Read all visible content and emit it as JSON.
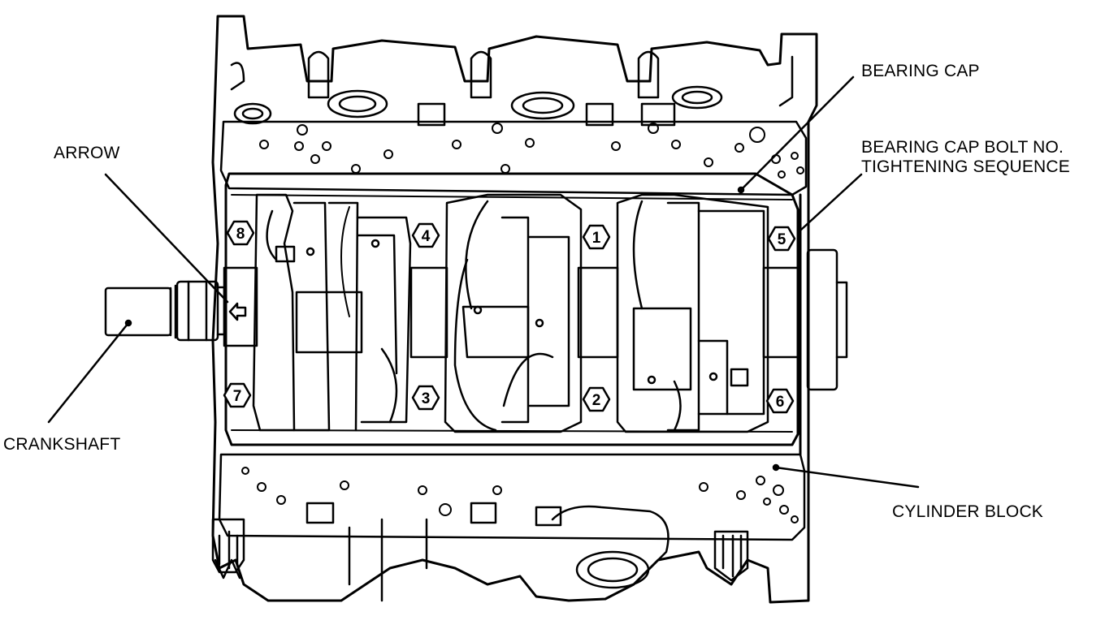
{
  "labels": {
    "bearing_cap": "BEARING CAP",
    "bolt_sequence_line1": "BEARING CAP BOLT NO.",
    "bolt_sequence_line2": "TIGHTENING SEQUENCE",
    "arrow": "ARROW",
    "crankshaft": "CRANKSHAFT",
    "cylinder_block": "CYLINDER BLOCK"
  },
  "bolts": [
    {
      "id": "8",
      "text": "8"
    },
    {
      "id": "4",
      "text": "4"
    },
    {
      "id": "1",
      "text": "1"
    },
    {
      "id": "5",
      "text": "5"
    },
    {
      "id": "7",
      "text": "7"
    },
    {
      "id": "3",
      "text": "3"
    },
    {
      "id": "2",
      "text": "2"
    },
    {
      "id": "6",
      "text": "6"
    }
  ],
  "colors": {
    "ink": "#000000",
    "paper": "#ffffff"
  }
}
